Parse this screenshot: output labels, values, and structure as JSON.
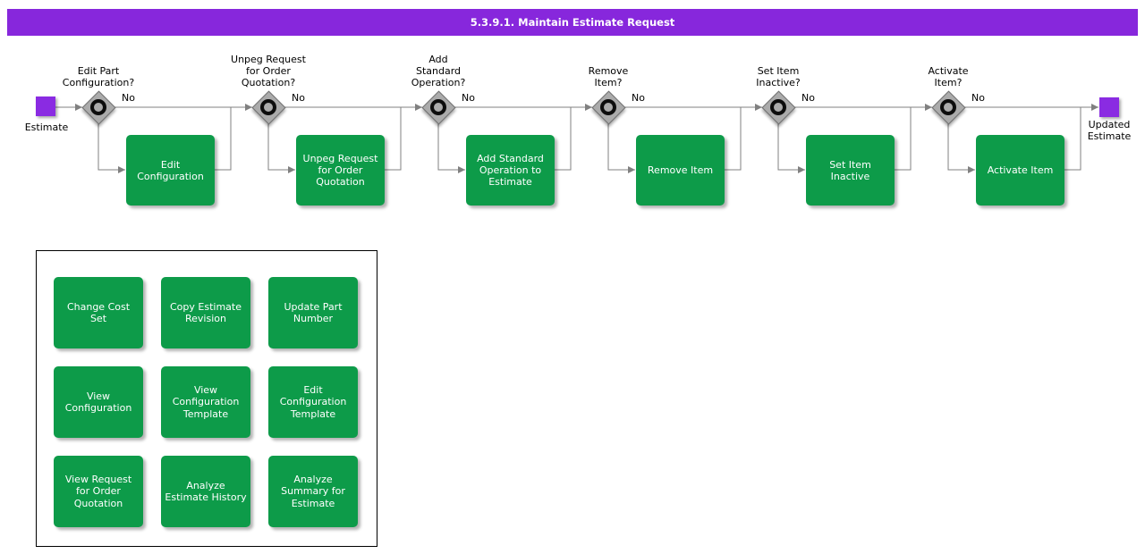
{
  "title": "5.3.9.1. Maintain Estimate Request",
  "colors": {
    "banner": "#8727DC",
    "node": "#8A2BE2",
    "process": "#0D9B49",
    "diamond": "#ABABAB",
    "line": "#808080"
  },
  "flow": {
    "start_label": "Estimate",
    "end_label": "Updated\nEstimate",
    "no_label": "No",
    "stages": [
      {
        "decision": "Edit Part\nConfiguration?",
        "process": "Edit\nConfiguration"
      },
      {
        "decision": "Unpeg Request\nfor Order\nQuotation?",
        "process": "Unpeg Request\nfor Order\nQuotation"
      },
      {
        "decision": "Add\nStandard\nOperation?",
        "process": "Add Standard\nOperation to\nEstimate"
      },
      {
        "decision": "Remove\nItem?",
        "process": "Remove Item"
      },
      {
        "decision": "Set Item\nInactive?",
        "process": "Set Item\nInactive"
      },
      {
        "decision": "Activate\nItem?",
        "process": "Activate Item"
      }
    ]
  },
  "related_activities": [
    "Change Cost\nSet",
    "Copy Estimate\nRevision",
    "Update Part\nNumber",
    "View\nConfiguration",
    "View\nConfiguration\nTemplate",
    "Edit\nConfiguration\nTemplate",
    "View Request\nfor Order\nQuotation",
    "Analyze\nEstimate History",
    "Analyze\nSummary for\nEstimate"
  ]
}
